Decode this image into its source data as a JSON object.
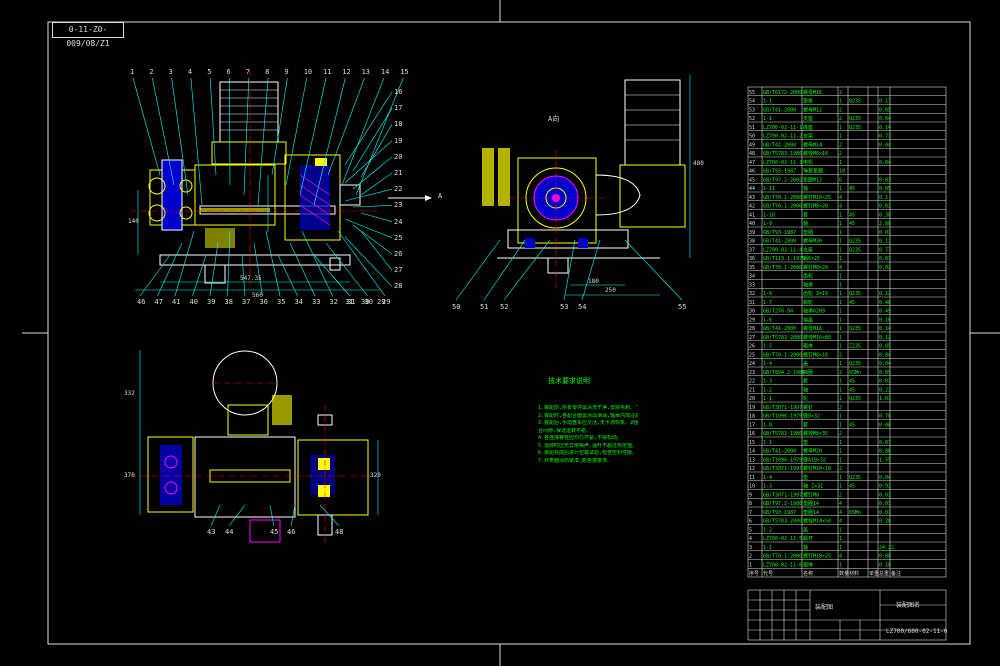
{
  "drawing_code": "0-11-Z0-009/08/Z1",
  "drawing_number": "LZ700/600-02-11-0",
  "view_label_a": "A向",
  "arrow_label": "A",
  "assembly_name": "装配图",
  "company_name": "装配图名",
  "notes_title": "技术要求说明",
  "notes": [
    "1.装配前,所有零件需清洗干净,去除毛刺、飞边。",
    "2.装配时,各配合面需涂润滑油,轴承内加注润滑脂。",
    "3.装配后,手动盘车应灵活,无卡滞现象。调整H7/h6配",
    "  合间隙,保证运转平稳。",
    "4.各连接螺栓应均匀拧紧,不得松动。",
    "5.运转时应无异常噪声,温升不超过规定值。",
    "6.装配完成后进行空载试验,检查密封性能。",
    "7.外表面涂防锈漆,颜色按要求。"
  ],
  "top_callouts": [
    "1",
    "2",
    "3",
    "4",
    "5",
    "6",
    "7",
    "8",
    "9",
    "10",
    "11",
    "12",
    "13",
    "14",
    "15"
  ],
  "right_callouts": [
    "16",
    "17",
    "18",
    "19",
    "20",
    "21",
    "22",
    "23",
    "24",
    "25",
    "26",
    "27",
    "28"
  ],
  "bottom_callouts": [
    "46",
    "47",
    "41",
    "40",
    "39",
    "38",
    "37",
    "36",
    "35",
    "34",
    "33",
    "32",
    "31",
    "30",
    "29"
  ],
  "side_callouts": [
    "50",
    "51",
    "52",
    "53",
    "54",
    "55"
  ],
  "plan_callouts": [
    "43",
    "44",
    "45",
    "46",
    "48"
  ],
  "dims": {
    "d1": "140",
    "d2": "547.35",
    "d3": "560",
    "d4": "480",
    "d5": "250",
    "d6": "180",
    "d7": "332",
    "d8": "370",
    "d9": "320"
  },
  "bom_rows": [
    [
      "55",
      "GB/T6172-2000",
      "螺母M16",
      "2",
      "",
      "",
      "",
      ""
    ],
    [
      "54",
      "1-1",
      "垫板",
      "1",
      "Q235",
      "",
      "0.17",
      ""
    ],
    [
      "53",
      "GB/T41-2000",
      "螺母M12",
      "2",
      "",
      "",
      "0.05",
      ""
    ],
    [
      "52",
      "1-1",
      "支座",
      "2",
      "Q235",
      "",
      "0.04",
      ""
    ],
    [
      "51",
      "LZ700-02-11-1",
      "底座",
      "1",
      "Q235",
      "",
      "0.14",
      ""
    ],
    [
      "50",
      "LZ700-02-11-2",
      "支架",
      "1",
      "",
      "",
      "0.73",
      ""
    ],
    [
      "49",
      "GB/T41-2000",
      "螺母M14",
      "2",
      "",
      "",
      "0.04",
      ""
    ],
    [
      "48",
      "GB/T5783-1986",
      "螺栓M6×16",
      "2",
      "",
      "",
      "",
      ""
    ],
    [
      "47",
      "LZ700-02-11-3",
      "电机",
      "1",
      "",
      "",
      "0.04",
      ""
    ],
    [
      "46",
      "GB/T93-1987",
      "弹簧垫圈",
      "10",
      "",
      "",
      "",
      ""
    ],
    [
      "45",
      "GB/T97.2-2002",
      "垫圈M12",
      "6",
      "",
      "",
      "0.03",
      ""
    ],
    [
      "44",
      "1-11",
      "轴",
      "1",
      "45",
      "",
      "0.05",
      ""
    ],
    [
      "43",
      "GB/T70.1-2000",
      "螺钉M10×25",
      "4",
      "",
      "",
      "0.1",
      ""
    ],
    [
      "42",
      "GB/T70.1-2000",
      "螺钉M8×20",
      "4",
      "",
      "",
      "0.01",
      ""
    ],
    [
      "41",
      "1-10",
      "套",
      "1",
      "45",
      "",
      "0.38",
      ""
    ],
    [
      "40",
      "1-9",
      "轴",
      "1",
      "45",
      "",
      "2.88",
      ""
    ],
    [
      "39",
      "GB/T93-1987",
      "垫圈",
      "1",
      "",
      "",
      "0.01",
      ""
    ],
    [
      "38",
      "GB/T41-2000",
      "螺母M30",
      "1",
      "Q235",
      "",
      "0.11",
      ""
    ],
    [
      "37",
      "LZ700-02-11-4",
      "支座",
      "1",
      "Q235",
      "",
      "0.77",
      ""
    ],
    [
      "36",
      "GB/T119.1-1979",
      "销6×25",
      "1",
      "",
      "",
      "0.01",
      ""
    ],
    [
      "35",
      "GB/T70.1-2000",
      "螺钉M8×20",
      "4",
      "",
      "",
      "0.02",
      ""
    ],
    [
      "34",
      "",
      "齿轮",
      "1",
      "",
      "",
      "",
      ""
    ],
    [
      "33",
      "",
      "轴承",
      "1",
      "",
      "",
      "",
      ""
    ],
    [
      "32",
      "1-8",
      "齿轮 Z=19",
      "1",
      "Q235",
      "",
      "0.12",
      ""
    ],
    [
      "31",
      "1-7",
      "蜗轮",
      "1",
      "45",
      "",
      "0.46",
      ""
    ],
    [
      "30",
      "GB/T276-94",
      "轴承6209",
      "1",
      "",
      "",
      "0.49",
      ""
    ],
    [
      "29",
      "1-6",
      "端盖",
      "1",
      "",
      "",
      "0.16",
      ""
    ],
    [
      "28",
      "GB/T41-2000",
      "螺母M16",
      "1",
      "Q235",
      "",
      "0.14",
      ""
    ],
    [
      "27",
      "GB/T5783-2000",
      "螺栓M16×80",
      "1",
      "",
      "",
      "0.12",
      ""
    ],
    [
      "26",
      "1-5",
      "箱体",
      "1",
      "Z235",
      "",
      "0.05",
      ""
    ],
    [
      "25",
      "GB/T70.1-2000",
      "螺钉M8×16",
      "2",
      "",
      "",
      "0.04",
      ""
    ],
    [
      "24",
      "1-4",
      "盖",
      "1",
      "Q235",
      "",
      "0.04",
      ""
    ],
    [
      "23",
      "GB/T894.2-1986",
      "挡圈",
      "2",
      "65Mn",
      "",
      "0.05",
      ""
    ],
    [
      "22",
      "1-3",
      "套",
      "1",
      "45",
      "",
      "0.01",
      ""
    ],
    [
      "21",
      "1-2",
      "轴",
      "1",
      "45",
      "",
      "0.21",
      ""
    ],
    [
      "20",
      "1-1",
      "轮",
      "1",
      "Q235",
      "",
      "1.01",
      ""
    ],
    [
      "19",
      "GB/T3071-1997",
      "螺钉",
      "2",
      "",
      "",
      "",
      ""
    ],
    [
      "18",
      "GB/T1096-1979",
      "键8×32",
      "1",
      "",
      "",
      "0.78",
      ""
    ],
    [
      "17",
      "1-0",
      "套",
      "1",
      "45",
      "",
      "0.08",
      ""
    ],
    [
      "16",
      "GB/T5781-1986",
      "螺栓M8×35",
      "2",
      "",
      "",
      "",
      ""
    ],
    [
      "15",
      "1-1",
      "垫",
      "1",
      "",
      "",
      "0.07",
      ""
    ],
    [
      "14",
      "GB/T41-2000",
      "螺母M20",
      "1",
      "",
      "",
      "0.06",
      ""
    ],
    [
      "13",
      "GB/T1096-1979",
      "键A10×32",
      "1",
      "",
      "",
      "1.55",
      ""
    ],
    [
      "12",
      "GB/T3071-1997",
      "螺钉M10×10",
      "2",
      "",
      "",
      "",
      ""
    ],
    [
      "11",
      "1-4",
      "垫",
      "1",
      "Q235",
      "",
      "0.04",
      ""
    ],
    [
      "10",
      "1-3",
      "轴 Z=31",
      "1",
      "45",
      "",
      "0.91",
      ""
    ],
    [
      "9",
      "GB/T3071-1997",
      "螺钉M8",
      "2",
      "",
      "",
      "0.01",
      ""
    ],
    [
      "8",
      "GB/T97.2-1986",
      "垫圈14",
      "4",
      "",
      "",
      "0.01",
      ""
    ],
    [
      "7",
      "GB/T93-1987",
      "垫圈14",
      "4",
      "65Mn",
      "",
      "0.01",
      ""
    ],
    [
      "6",
      "GB/T5783-2000",
      "螺栓M14×50",
      "4",
      "",
      "",
      "0.28",
      ""
    ],
    [
      "5",
      "1-2",
      "盖",
      "1",
      "",
      "",
      "",
      ""
    ],
    [
      "4",
      "LZ700-02-11-5",
      "蜗杆",
      "1",
      "",
      "",
      "",
      ""
    ],
    [
      "3",
      "1-1",
      "轴",
      "1",
      "",
      "",
      "24.22",
      ""
    ],
    [
      "2",
      "GB/T70.1-2000",
      "螺钉M10×25",
      "4",
      "",
      "",
      "0.08",
      ""
    ],
    [
      "1",
      "LZ700-02-11-6",
      "箱体",
      "1",
      "",
      "",
      "0.18",
      ""
    ]
  ],
  "bom_header": [
    "序号",
    "代号",
    "名称",
    "数量",
    "材料",
    "单重",
    "总重",
    "备注"
  ],
  "colors": {
    "background": "#000000",
    "frame": "#dcdcdc",
    "outline": "#ffffff",
    "part": "#ffff00",
    "leader": "#00ffff",
    "hatch": "#ff00ff",
    "center": "#ff0000",
    "fill_blue": "#0000cc",
    "text_green": "#00ff00"
  }
}
